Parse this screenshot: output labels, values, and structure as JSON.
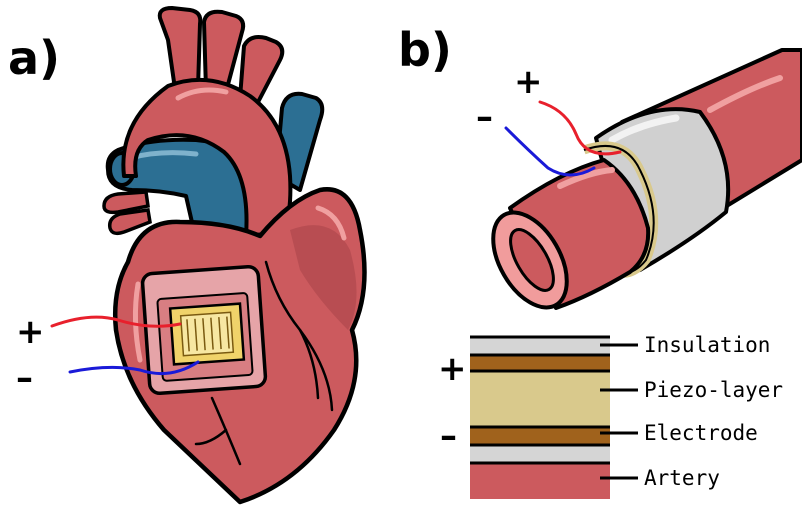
{
  "panels": [
    {
      "label": "a)"
    },
    {
      "label": "b)"
    }
  ],
  "signs": {
    "plus": "+",
    "minus": "–"
  },
  "layers": [
    {
      "name": "Insulation",
      "color": "#d5d5d5"
    },
    {
      "name": "Electrode",
      "color": "#a0621c"
    },
    {
      "name": "Piezo-layer",
      "color": "#d9c98c"
    },
    {
      "name": "Electrode",
      "color": "#a0621c"
    },
    {
      "name": "Insulation",
      "color": "#d5d5d5"
    },
    {
      "name": "Artery",
      "color": "#cc5a5e"
    }
  ],
  "layer_labels": [
    "Insulation",
    "Piezo-layer",
    "Electrode",
    "Artery"
  ],
  "colors": {
    "heart": "#cc5a5e",
    "heart_dark": "#a84448",
    "vein": "#2c6f93",
    "device_yellow": "#f0d36a",
    "wire_positive": "#e8202c",
    "wire_negative": "#1a1ad8",
    "cuff": "#d0d0d0",
    "cuff_gold": "#d9c98c",
    "lumen": "#f19c9c"
  }
}
